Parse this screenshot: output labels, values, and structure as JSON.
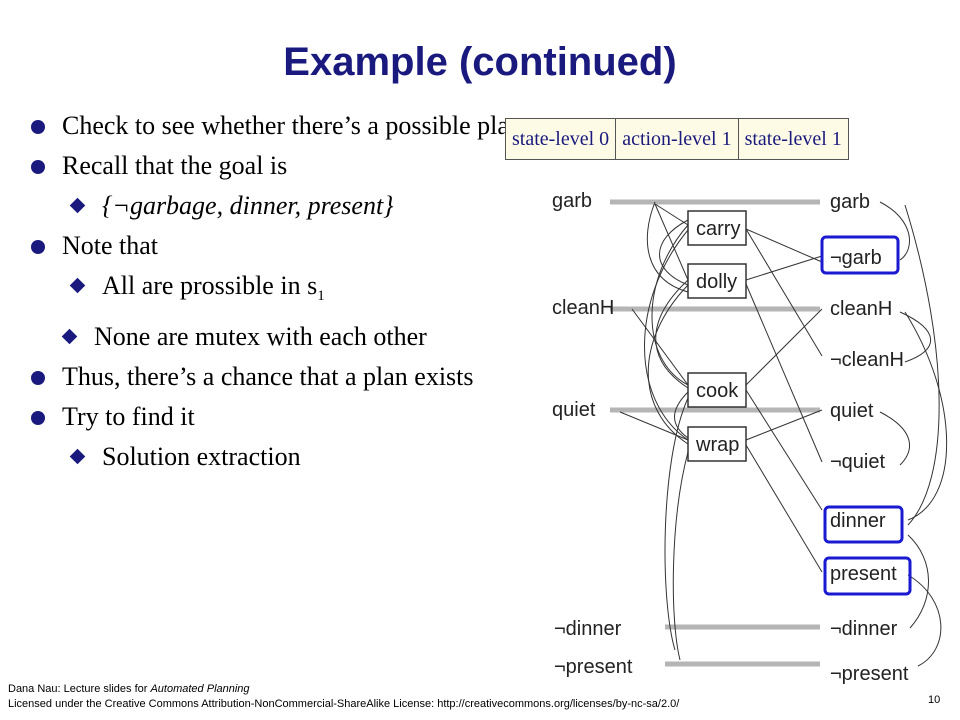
{
  "title": "Example (continued)",
  "bullets": [
    {
      "level": 1,
      "text": "Check to see whether there’s a possible plan"
    },
    {
      "level": 1,
      "text": "Recall that the goal is"
    },
    {
      "level": 2,
      "text": "{¬garbage, dinner, present}"
    },
    {
      "level": 1,
      "text": "Note that"
    },
    {
      "level": 2,
      "text": "All are prossible in s",
      "sub": "1"
    },
    {
      "level": 2,
      "text": "None are mutex with each other"
    },
    {
      "level": 1,
      "text": "Thus, there’s a chance that a plan exists"
    },
    {
      "level": 1,
      "text": "Try to find it"
    },
    {
      "level": 2,
      "text": "Solution extraction"
    }
  ],
  "header": {
    "col0": "state-level 0",
    "col1": "action-level 1",
    "col2": "state-level 1"
  },
  "diagram": {
    "left_props": [
      "garb",
      "cleanH",
      "quiet",
      "¬dinner",
      "¬present"
    ],
    "actions": [
      "carry",
      "dolly",
      "cook",
      "wrap"
    ],
    "right_props": [
      "garb",
      "¬garb",
      "cleanH",
      "¬cleanH",
      "quiet",
      "¬quiet",
      "dinner",
      "present",
      "¬dinner",
      "¬present"
    ],
    "highlight_color": "#1a1ad0"
  },
  "footer": {
    "line1_prefix": "Dana Nau: Lecture slides for ",
    "line1_italic": "Automated Planning",
    "line2": "Licensed under the Creative Commons Attribution-NonCommercial-ShareAlike License: http://creativecommons.org/licenses/by-nc-sa/2.0/"
  },
  "page_number": "10"
}
